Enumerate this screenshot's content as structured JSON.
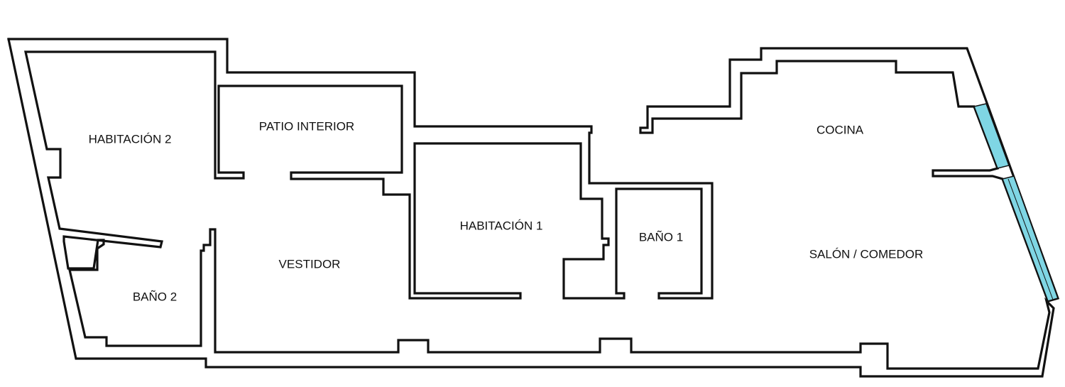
{
  "rooms": {
    "habitacion_2": "HABITACIÓN 2",
    "patio_interior": "PATIO INTERIOR",
    "vestidor": "VESTIDOR",
    "bano_2": "BAÑO 2",
    "habitacion_1": "HABITACIÓN 1",
    "bano_1": "BAÑO 1",
    "cocina": "COCINA",
    "salon_comedor": "SALÓN / COMEDOR"
  },
  "colors": {
    "wall": "#111111",
    "window_glass": "#7fd6e4",
    "background": "#ffffff"
  }
}
